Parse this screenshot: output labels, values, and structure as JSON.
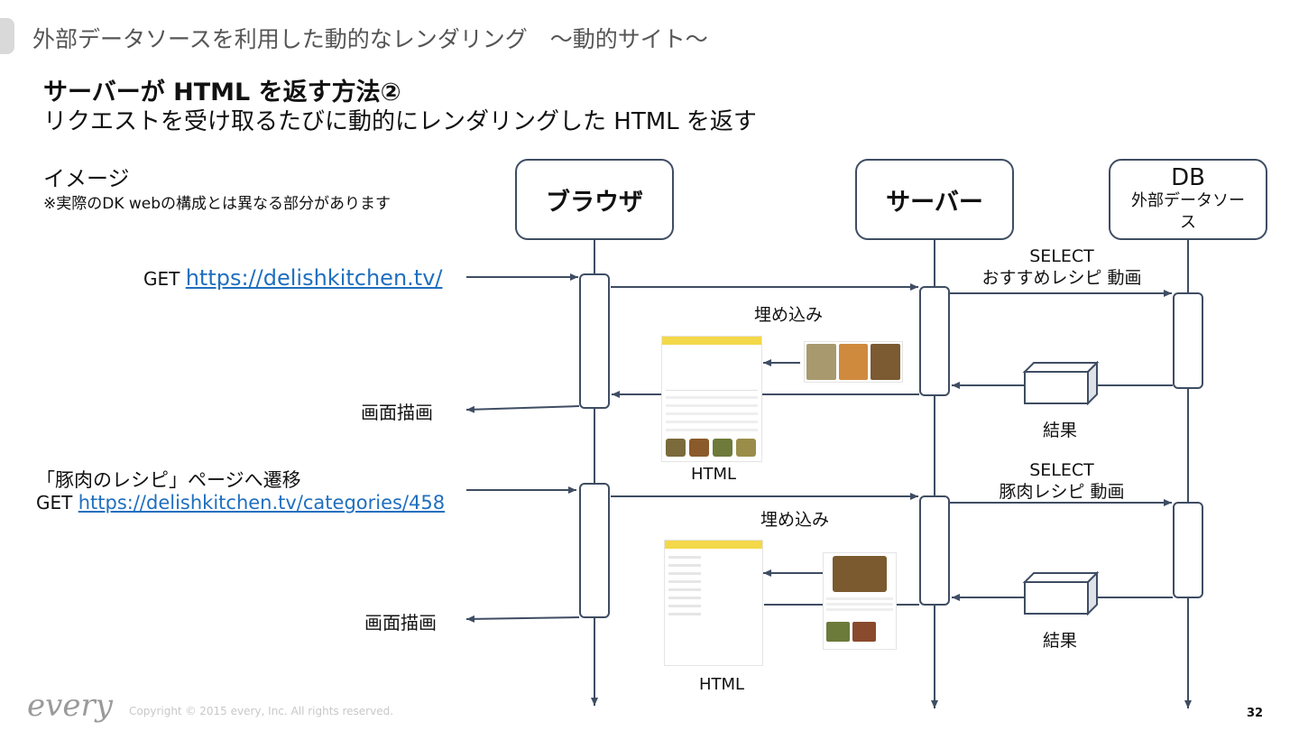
{
  "header": {
    "title": "外部データソースを利用した動的なレンダリング　～動的サイト～"
  },
  "main_title": "サーバーが  HTML を返す方法②",
  "sub_title": "リクエストを受け取るたびに動的にレンダリングした  HTML を返す",
  "image_label": "イメージ",
  "image_note": "※実際のDK webの構成とは異なる部分があります",
  "actors": {
    "browser": "ブラウザ",
    "server": "サーバー",
    "db_title": "DB",
    "db_subtitle": "外部データソース"
  },
  "flow1": {
    "get_prefix": "GET ",
    "url": "https://delishkitchen.tv/",
    "select": "SELECT",
    "query": "おすすめレシピ 動画",
    "embed": "埋め込み",
    "result": "結果",
    "render": "画面描画",
    "html": "HTML"
  },
  "flow2": {
    "nav": "「豚肉のレシピ」ページへ遷移",
    "get_prefix": "GET ",
    "url": "https://delishkitchen.tv/categories/458",
    "select": "SELECT",
    "query": "豚肉レシピ 動画",
    "embed": "埋め込み",
    "result": "結果",
    "render": "画面描画",
    "html": "HTML"
  },
  "footer": {
    "logo": "every",
    "copyright": "Copyright © 2015 every, Inc. All rights reserved.",
    "page": "32"
  },
  "colors": {
    "line": "#3f4d63",
    "link": "#1f6fbf",
    "thumb_header": "#f3d84a"
  }
}
